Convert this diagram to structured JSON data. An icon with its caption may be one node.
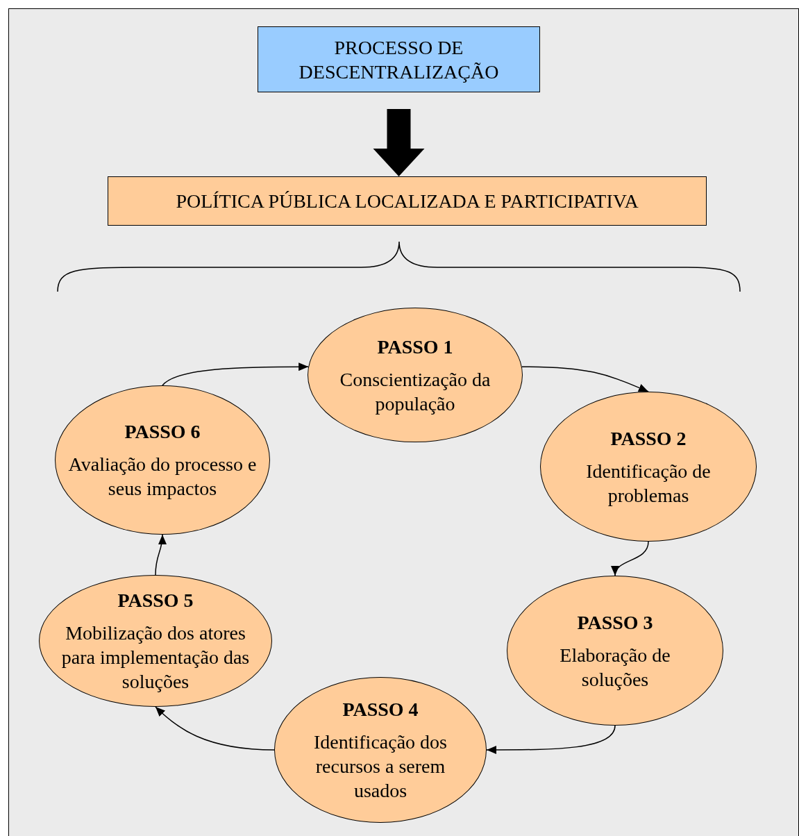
{
  "diagram": {
    "nodes": [
      {
        "text": [
          "PROCESSO DE DESCENTRALIZAÇÃO"
        ]
      },
      {
        "text": [
          "POLÍTICA PÚBLICA LOCALIZADA E PARTICIPATIVA"
        ]
      },
      {
        "text": [
          "PASSO 1",
          "Conscientização da população"
        ]
      },
      {
        "text": [
          "PASSO 2",
          "Identificação de problemas"
        ]
      },
      {
        "text": [
          "PASSO 3",
          "Elaboração de soluções"
        ]
      },
      {
        "text": [
          "PASSO 4",
          "Identificação dos recursos a serem usados"
        ]
      },
      {
        "text": [
          "PASSO 5",
          "Mobilização dos atores para implementação das soluções"
        ]
      },
      {
        "text": [
          "PASSO 6",
          "Avaliação do processo e seus impactos"
        ]
      }
    ],
    "edges": [
      {
        "from": 0,
        "to": 1,
        "arrow": "to",
        "style": "thick"
      },
      {
        "from": 2,
        "to": 3,
        "arrow": "to"
      },
      {
        "from": 3,
        "to": 4,
        "arrow": "to"
      },
      {
        "from": 4,
        "to": 5,
        "arrow": "to"
      },
      {
        "from": 5,
        "to": 6,
        "arrow": "to"
      },
      {
        "from": 6,
        "to": 7,
        "arrow": "to"
      },
      {
        "from": 7,
        "to": 2,
        "arrow": "to"
      }
    ]
  }
}
